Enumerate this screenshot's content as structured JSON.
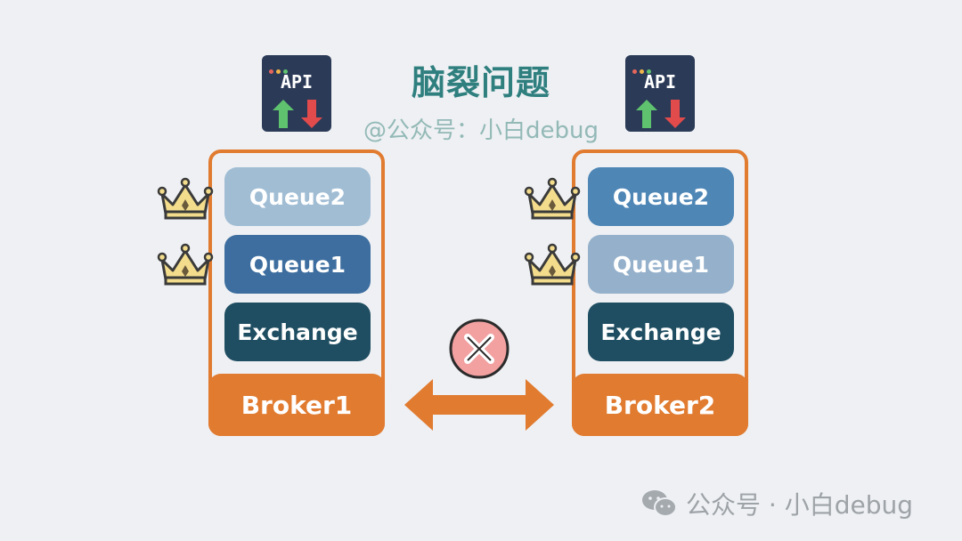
{
  "title": "脑裂问题",
  "subtitle": "@公众号：小白debug",
  "api_label": "API",
  "brokers": [
    {
      "name": "Broker1",
      "queue2": "Queue2",
      "queue1": "Queue1",
      "exchange": "Exchange"
    },
    {
      "name": "Broker2",
      "queue2": "Queue2",
      "queue1": "Queue1",
      "exchange": "Exchange"
    }
  ],
  "watermark": "公众号 · 小白debug",
  "colors": {
    "accent": "#e17b30",
    "title": "#2f7f7f",
    "exchange": "#1f4e62"
  },
  "icons": [
    "api-icon",
    "crown-icon",
    "double-arrow-icon",
    "x-circle-icon",
    "wechat-icon"
  ]
}
